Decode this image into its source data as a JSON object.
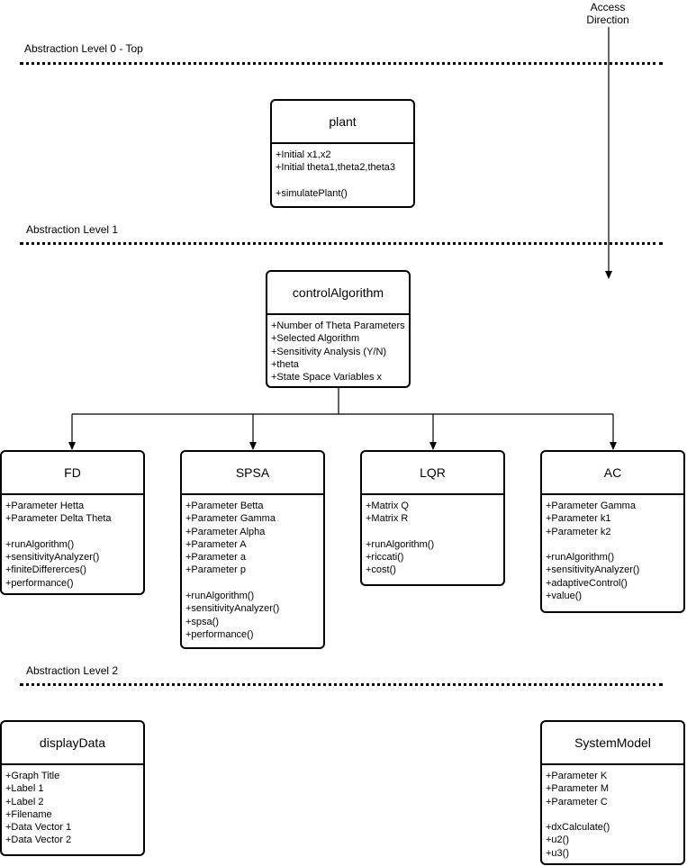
{
  "access": {
    "line1": "Access",
    "line2": "Direction"
  },
  "levels": [
    {
      "label": "Abstraction Level 0 - Top"
    },
    {
      "label": "Abstraction Level 1"
    },
    {
      "label": "Abstraction Level 2"
    }
  ],
  "classes": {
    "plant": {
      "name": "plant",
      "attributes": [
        "+Initial x1,x2",
        "+Initial theta1,theta2,theta3"
      ],
      "methods": [
        "+simulatePlant()"
      ]
    },
    "controlAlgorithm": {
      "name": "controlAlgorithm",
      "attributes": [
        "+Number of Theta Parameters",
        "+Selected Algorithm",
        "+Sensitivity Analysis (Y/N)",
        "+theta",
        "+State Space Variables x"
      ],
      "methods": []
    },
    "FD": {
      "name": "FD",
      "attributes": [
        "+Parameter Hetta",
        "+Parameter Delta Theta"
      ],
      "methods": [
        "+runAlgorithm()",
        "+sensitivityAnalyzer()",
        "+finiteDiffererces()",
        "+performance()"
      ]
    },
    "SPSA": {
      "name": "SPSA",
      "attributes": [
        "+Parameter Betta",
        "+Parameter Gamma",
        "+Parameter Alpha",
        "+Parameter A",
        "+Parameter a",
        "+Parameter p"
      ],
      "methods": [
        "+runAlgorithm()",
        "+sensitivityAnalyzer()",
        "+spsa()",
        "+performance()"
      ]
    },
    "LQR": {
      "name": "LQR",
      "attributes": [
        "+Matrix Q",
        "+Matrix R"
      ],
      "methods": [
        "+runAlgorithm()",
        "+riccati()",
        "+cost()"
      ]
    },
    "AC": {
      "name": "AC",
      "attributes": [
        "+Parameter Gamma",
        "+Parameter k1",
        "+Parameter k2"
      ],
      "methods": [
        "+runAlgorithm()",
        "+sensitivityAnalyzer()",
        "+adaptiveControl()",
        "+value()"
      ]
    },
    "displayData": {
      "name": "displayData",
      "attributes": [
        "+Graph Title",
        "+Label 1",
        "+Label 2",
        "+Filename",
        "+Data Vector 1",
        "+Data Vector 2"
      ],
      "methods": []
    },
    "SystemModel": {
      "name": "SystemModel",
      "attributes": [
        "+Parameter K",
        "+Parameter M",
        "+Parameter C"
      ],
      "methods": [
        "+dxCalculate()",
        "+u2()",
        "+u3()"
      ]
    }
  }
}
